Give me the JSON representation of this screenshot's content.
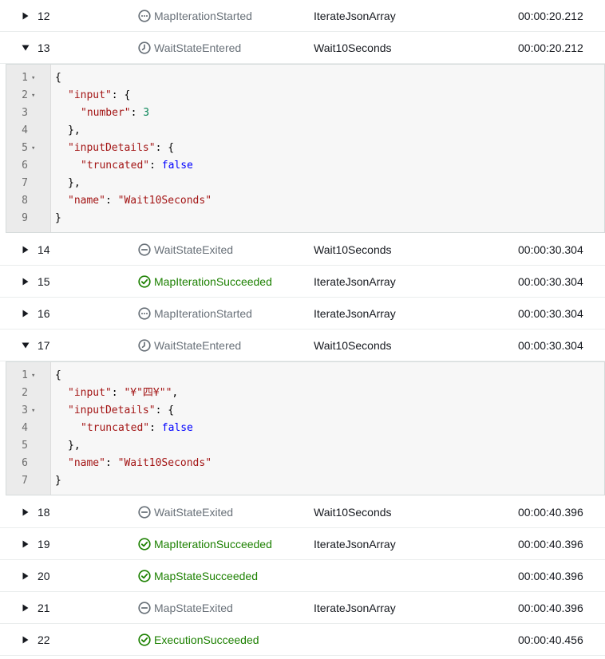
{
  "colors": {
    "success": "#1d8102",
    "neutral": "#687078",
    "text": "#16191f",
    "json_key": "#a31515",
    "json_string": "#a31515",
    "json_number": "#098658",
    "json_boolean": "#0000ff"
  },
  "events": [
    {
      "id": "12",
      "type": "MapIterationStarted",
      "status": "neutral",
      "icon": "ellipsis-circle-icon",
      "step": "IterateJsonArray",
      "elapsed": "00:00:20.212",
      "expanded": false
    },
    {
      "id": "13",
      "type": "WaitStateEntered",
      "status": "neutral",
      "icon": "clock-icon",
      "step": "Wait10Seconds",
      "elapsed": "00:00:20.212",
      "expanded": true,
      "details": [
        {
          "ln": "1",
          "fold": true,
          "indent": 0,
          "tokens": [
            {
              "t": "{",
              "c": "punc"
            }
          ]
        },
        {
          "ln": "2",
          "fold": true,
          "indent": 1,
          "tokens": [
            {
              "t": "\"input\"",
              "c": "key"
            },
            {
              "t": ": {",
              "c": "punc"
            }
          ]
        },
        {
          "ln": "3",
          "fold": false,
          "indent": 2,
          "tokens": [
            {
              "t": "\"number\"",
              "c": "key"
            },
            {
              "t": ": ",
              "c": "punc"
            },
            {
              "t": "3",
              "c": "num"
            }
          ]
        },
        {
          "ln": "4",
          "fold": false,
          "indent": 1,
          "tokens": [
            {
              "t": "},",
              "c": "punc"
            }
          ]
        },
        {
          "ln": "5",
          "fold": true,
          "indent": 1,
          "tokens": [
            {
              "t": "\"inputDetails\"",
              "c": "key"
            },
            {
              "t": ": {",
              "c": "punc"
            }
          ]
        },
        {
          "ln": "6",
          "fold": false,
          "indent": 2,
          "tokens": [
            {
              "t": "\"truncated\"",
              "c": "key"
            },
            {
              "t": ": ",
              "c": "punc"
            },
            {
              "t": "false",
              "c": "bool"
            }
          ]
        },
        {
          "ln": "7",
          "fold": false,
          "indent": 1,
          "tokens": [
            {
              "t": "},",
              "c": "punc"
            }
          ]
        },
        {
          "ln": "8",
          "fold": false,
          "indent": 1,
          "tokens": [
            {
              "t": "\"name\"",
              "c": "key"
            },
            {
              "t": ": ",
              "c": "punc"
            },
            {
              "t": "\"Wait10Seconds\"",
              "c": "str"
            }
          ]
        },
        {
          "ln": "9",
          "fold": false,
          "indent": 0,
          "tokens": [
            {
              "t": "}",
              "c": "punc"
            }
          ]
        }
      ]
    },
    {
      "id": "14",
      "type": "WaitStateExited",
      "status": "neutral",
      "icon": "minus-circle-icon",
      "step": "Wait10Seconds",
      "elapsed": "00:00:30.304",
      "expanded": false
    },
    {
      "id": "15",
      "type": "MapIterationSucceeded",
      "status": "success",
      "icon": "check-circle-icon",
      "step": "IterateJsonArray",
      "elapsed": "00:00:30.304",
      "expanded": false
    },
    {
      "id": "16",
      "type": "MapIterationStarted",
      "status": "neutral",
      "icon": "ellipsis-circle-icon",
      "step": "IterateJsonArray",
      "elapsed": "00:00:30.304",
      "expanded": false
    },
    {
      "id": "17",
      "type": "WaitStateEntered",
      "status": "neutral",
      "icon": "clock-icon",
      "step": "Wait10Seconds",
      "elapsed": "00:00:30.304",
      "expanded": true,
      "details": [
        {
          "ln": "1",
          "fold": true,
          "indent": 0,
          "tokens": [
            {
              "t": "{",
              "c": "punc"
            }
          ]
        },
        {
          "ln": "2",
          "fold": false,
          "indent": 1,
          "tokens": [
            {
              "t": "\"input\"",
              "c": "key"
            },
            {
              "t": ": ",
              "c": "punc"
            },
            {
              "t": "\"¥\"四¥\"\"",
              "c": "str"
            },
            {
              "t": ",",
              "c": "punc"
            }
          ]
        },
        {
          "ln": "3",
          "fold": true,
          "indent": 1,
          "tokens": [
            {
              "t": "\"inputDetails\"",
              "c": "key"
            },
            {
              "t": ": {",
              "c": "punc"
            }
          ]
        },
        {
          "ln": "4",
          "fold": false,
          "indent": 2,
          "tokens": [
            {
              "t": "\"truncated\"",
              "c": "key"
            },
            {
              "t": ": ",
              "c": "punc"
            },
            {
              "t": "false",
              "c": "bool"
            }
          ]
        },
        {
          "ln": "5",
          "fold": false,
          "indent": 1,
          "tokens": [
            {
              "t": "},",
              "c": "punc"
            }
          ]
        },
        {
          "ln": "6",
          "fold": false,
          "indent": 1,
          "tokens": [
            {
              "t": "\"name\"",
              "c": "key"
            },
            {
              "t": ": ",
              "c": "punc"
            },
            {
              "t": "\"Wait10Seconds\"",
              "c": "str"
            }
          ]
        },
        {
          "ln": "7",
          "fold": false,
          "indent": 0,
          "tokens": [
            {
              "t": "}",
              "c": "punc"
            }
          ]
        }
      ]
    },
    {
      "id": "18",
      "type": "WaitStateExited",
      "status": "neutral",
      "icon": "minus-circle-icon",
      "step": "Wait10Seconds",
      "elapsed": "00:00:40.396",
      "expanded": false
    },
    {
      "id": "19",
      "type": "MapIterationSucceeded",
      "status": "success",
      "icon": "check-circle-icon",
      "step": "IterateJsonArray",
      "elapsed": "00:00:40.396",
      "expanded": false
    },
    {
      "id": "20",
      "type": "MapStateSucceeded",
      "status": "success",
      "icon": "check-circle-icon",
      "step": "",
      "elapsed": "00:00:40.396",
      "expanded": false
    },
    {
      "id": "21",
      "type": "MapStateExited",
      "status": "neutral",
      "icon": "minus-circle-icon",
      "step": "IterateJsonArray",
      "elapsed": "00:00:40.396",
      "expanded": false
    },
    {
      "id": "22",
      "type": "ExecutionSucceeded",
      "status": "success",
      "icon": "check-circle-icon",
      "step": "",
      "elapsed": "00:00:40.456",
      "expanded": false
    }
  ]
}
